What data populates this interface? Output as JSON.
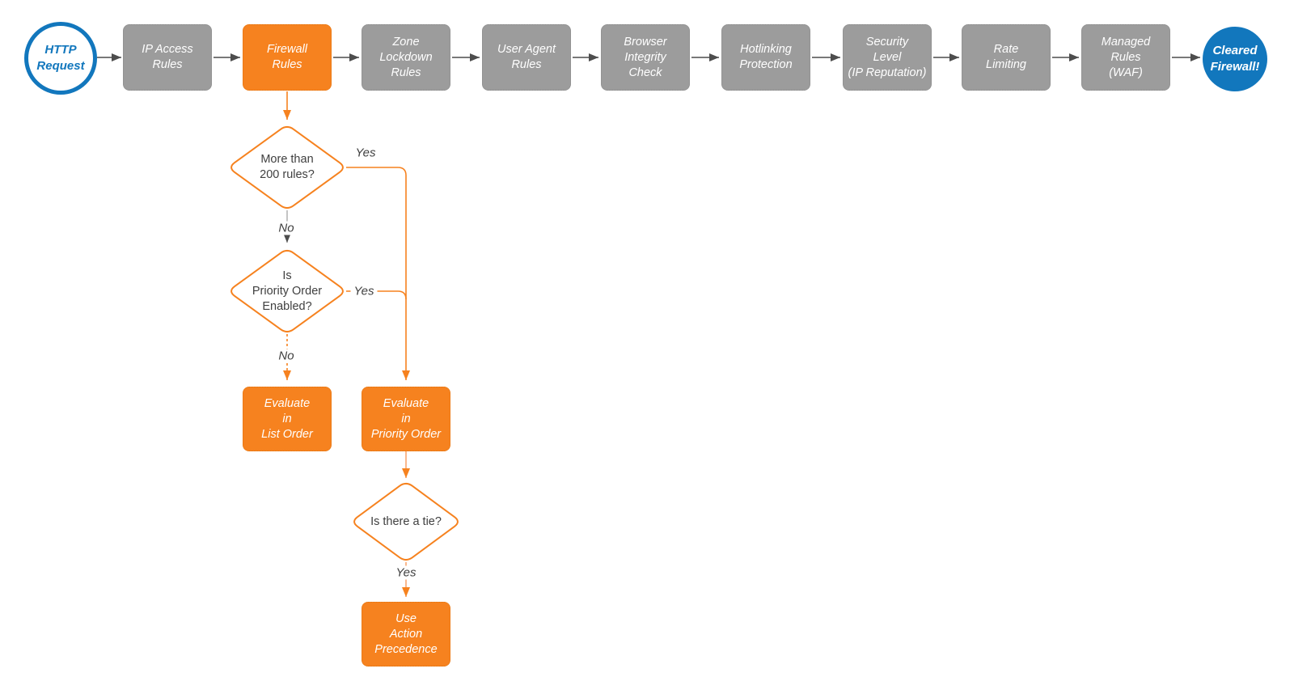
{
  "colors": {
    "accent_orange": "#F6821F",
    "accent_blue": "#1277BD",
    "node_gray": "#9C9C9C",
    "arrow_gray": "#4D4D4D"
  },
  "pipeline": {
    "start": {
      "label": "HTTP\nRequest"
    },
    "stages": [
      {
        "label": "IP Access\nRules",
        "highlighted": false
      },
      {
        "label": "Firewall\nRules",
        "highlighted": true
      },
      {
        "label": "Zone\nLockdown\nRules",
        "highlighted": false
      },
      {
        "label": "User Agent\nRules",
        "highlighted": false
      },
      {
        "label": "Browser\nIntegrity\nCheck",
        "highlighted": false
      },
      {
        "label": "Hotlinking\nProtection",
        "highlighted": false
      },
      {
        "label": "Security\nLevel\n(IP Reputation)",
        "highlighted": false
      },
      {
        "label": "Rate\nLimiting",
        "highlighted": false
      },
      {
        "label": "Managed\nRules\n(WAF)",
        "highlighted": false
      }
    ],
    "end": {
      "label": "Cleared\nFirewall!"
    }
  },
  "flow": {
    "decision_more_rules": {
      "label": "More than\n200 rules?",
      "yes": "Yes",
      "no": "No"
    },
    "decision_priority_order": {
      "label": "Is\nPriority Order\nEnabled?",
      "yes": "Yes",
      "no": "No"
    },
    "decision_tie": {
      "label": "Is there a tie?",
      "yes": "Yes"
    },
    "action_list_order": {
      "label": "Evaluate\nin\nList Order"
    },
    "action_priority_order": {
      "label": "Evaluate\nin\nPriority Order"
    },
    "action_precedence": {
      "label": "Use\nAction\nPrecedence"
    }
  }
}
